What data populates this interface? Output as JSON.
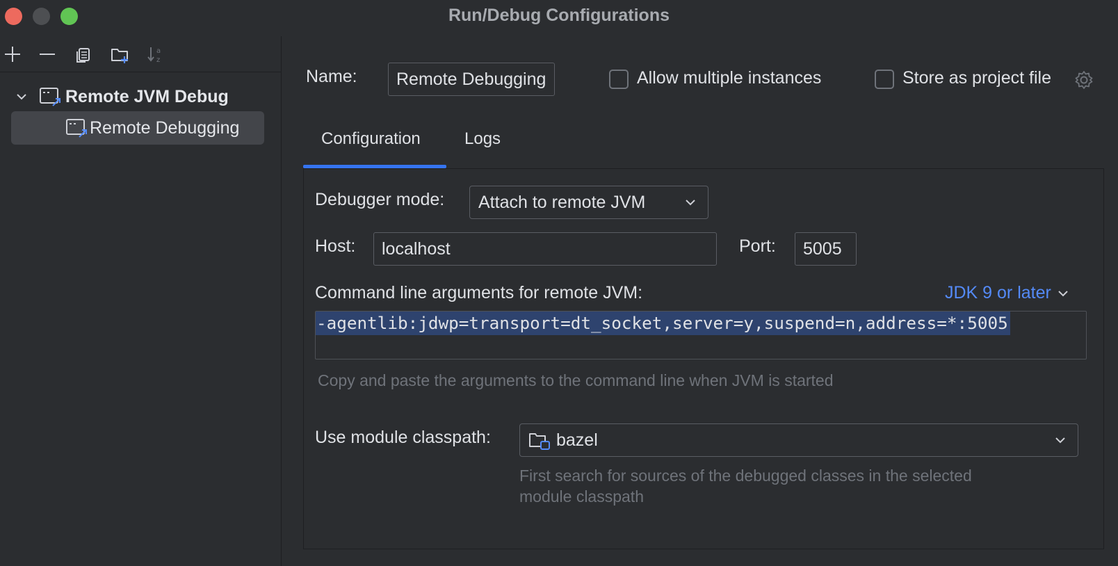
{
  "window": {
    "title": "Run/Debug Configurations"
  },
  "icons": {
    "add": "plus-icon",
    "remove": "minus-icon",
    "copy": "copy-icon",
    "new_folder": "new-folder-icon",
    "sort": "sort-alphabetically-icon",
    "remote_debug": "remote-debug-config-icon",
    "settings": "gear-icon",
    "module": "module-folder-icon"
  },
  "sidebar": {
    "tree": {
      "group": "Remote JVM Debug",
      "items": [
        {
          "label": "Remote Debugging",
          "selected": true
        }
      ]
    }
  },
  "header": {
    "name_label": "Name:",
    "name_value": "Remote Debugging",
    "allow_multiple_label": "Allow multiple instances",
    "allow_multiple_checked": false,
    "store_project_label": "Store as project file",
    "store_project_checked": false
  },
  "tabs": [
    {
      "label": "Configuration",
      "active": true
    },
    {
      "label": "Logs",
      "active": false
    }
  ],
  "config": {
    "debugger_mode_label": "Debugger mode:",
    "debugger_mode_value": "Attach to remote JVM",
    "host_label": "Host:",
    "host_value": "localhost",
    "port_label": "Port:",
    "port_value": "5005",
    "cmd_args_label": "Command line arguments for remote JVM:",
    "jdk_link": "JDK 9 or later",
    "cmd_args_value": "-agentlib:jdwp=transport=dt_socket,server=y,suspend=n,address=*:5005",
    "cmd_hint": "Copy and paste the arguments to the command line when JVM is started",
    "classpath_label": "Use module classpath:",
    "classpath_value": "bazel",
    "classpath_hint_line1": "First search for sources of the debugged classes in the selected",
    "classpath_hint_line2": "module classpath"
  },
  "colors": {
    "background": "#2b2d30",
    "accent": "#3574f0",
    "link": "#548af7",
    "selection": "#2e436e",
    "tree_selection": "#43454a"
  }
}
